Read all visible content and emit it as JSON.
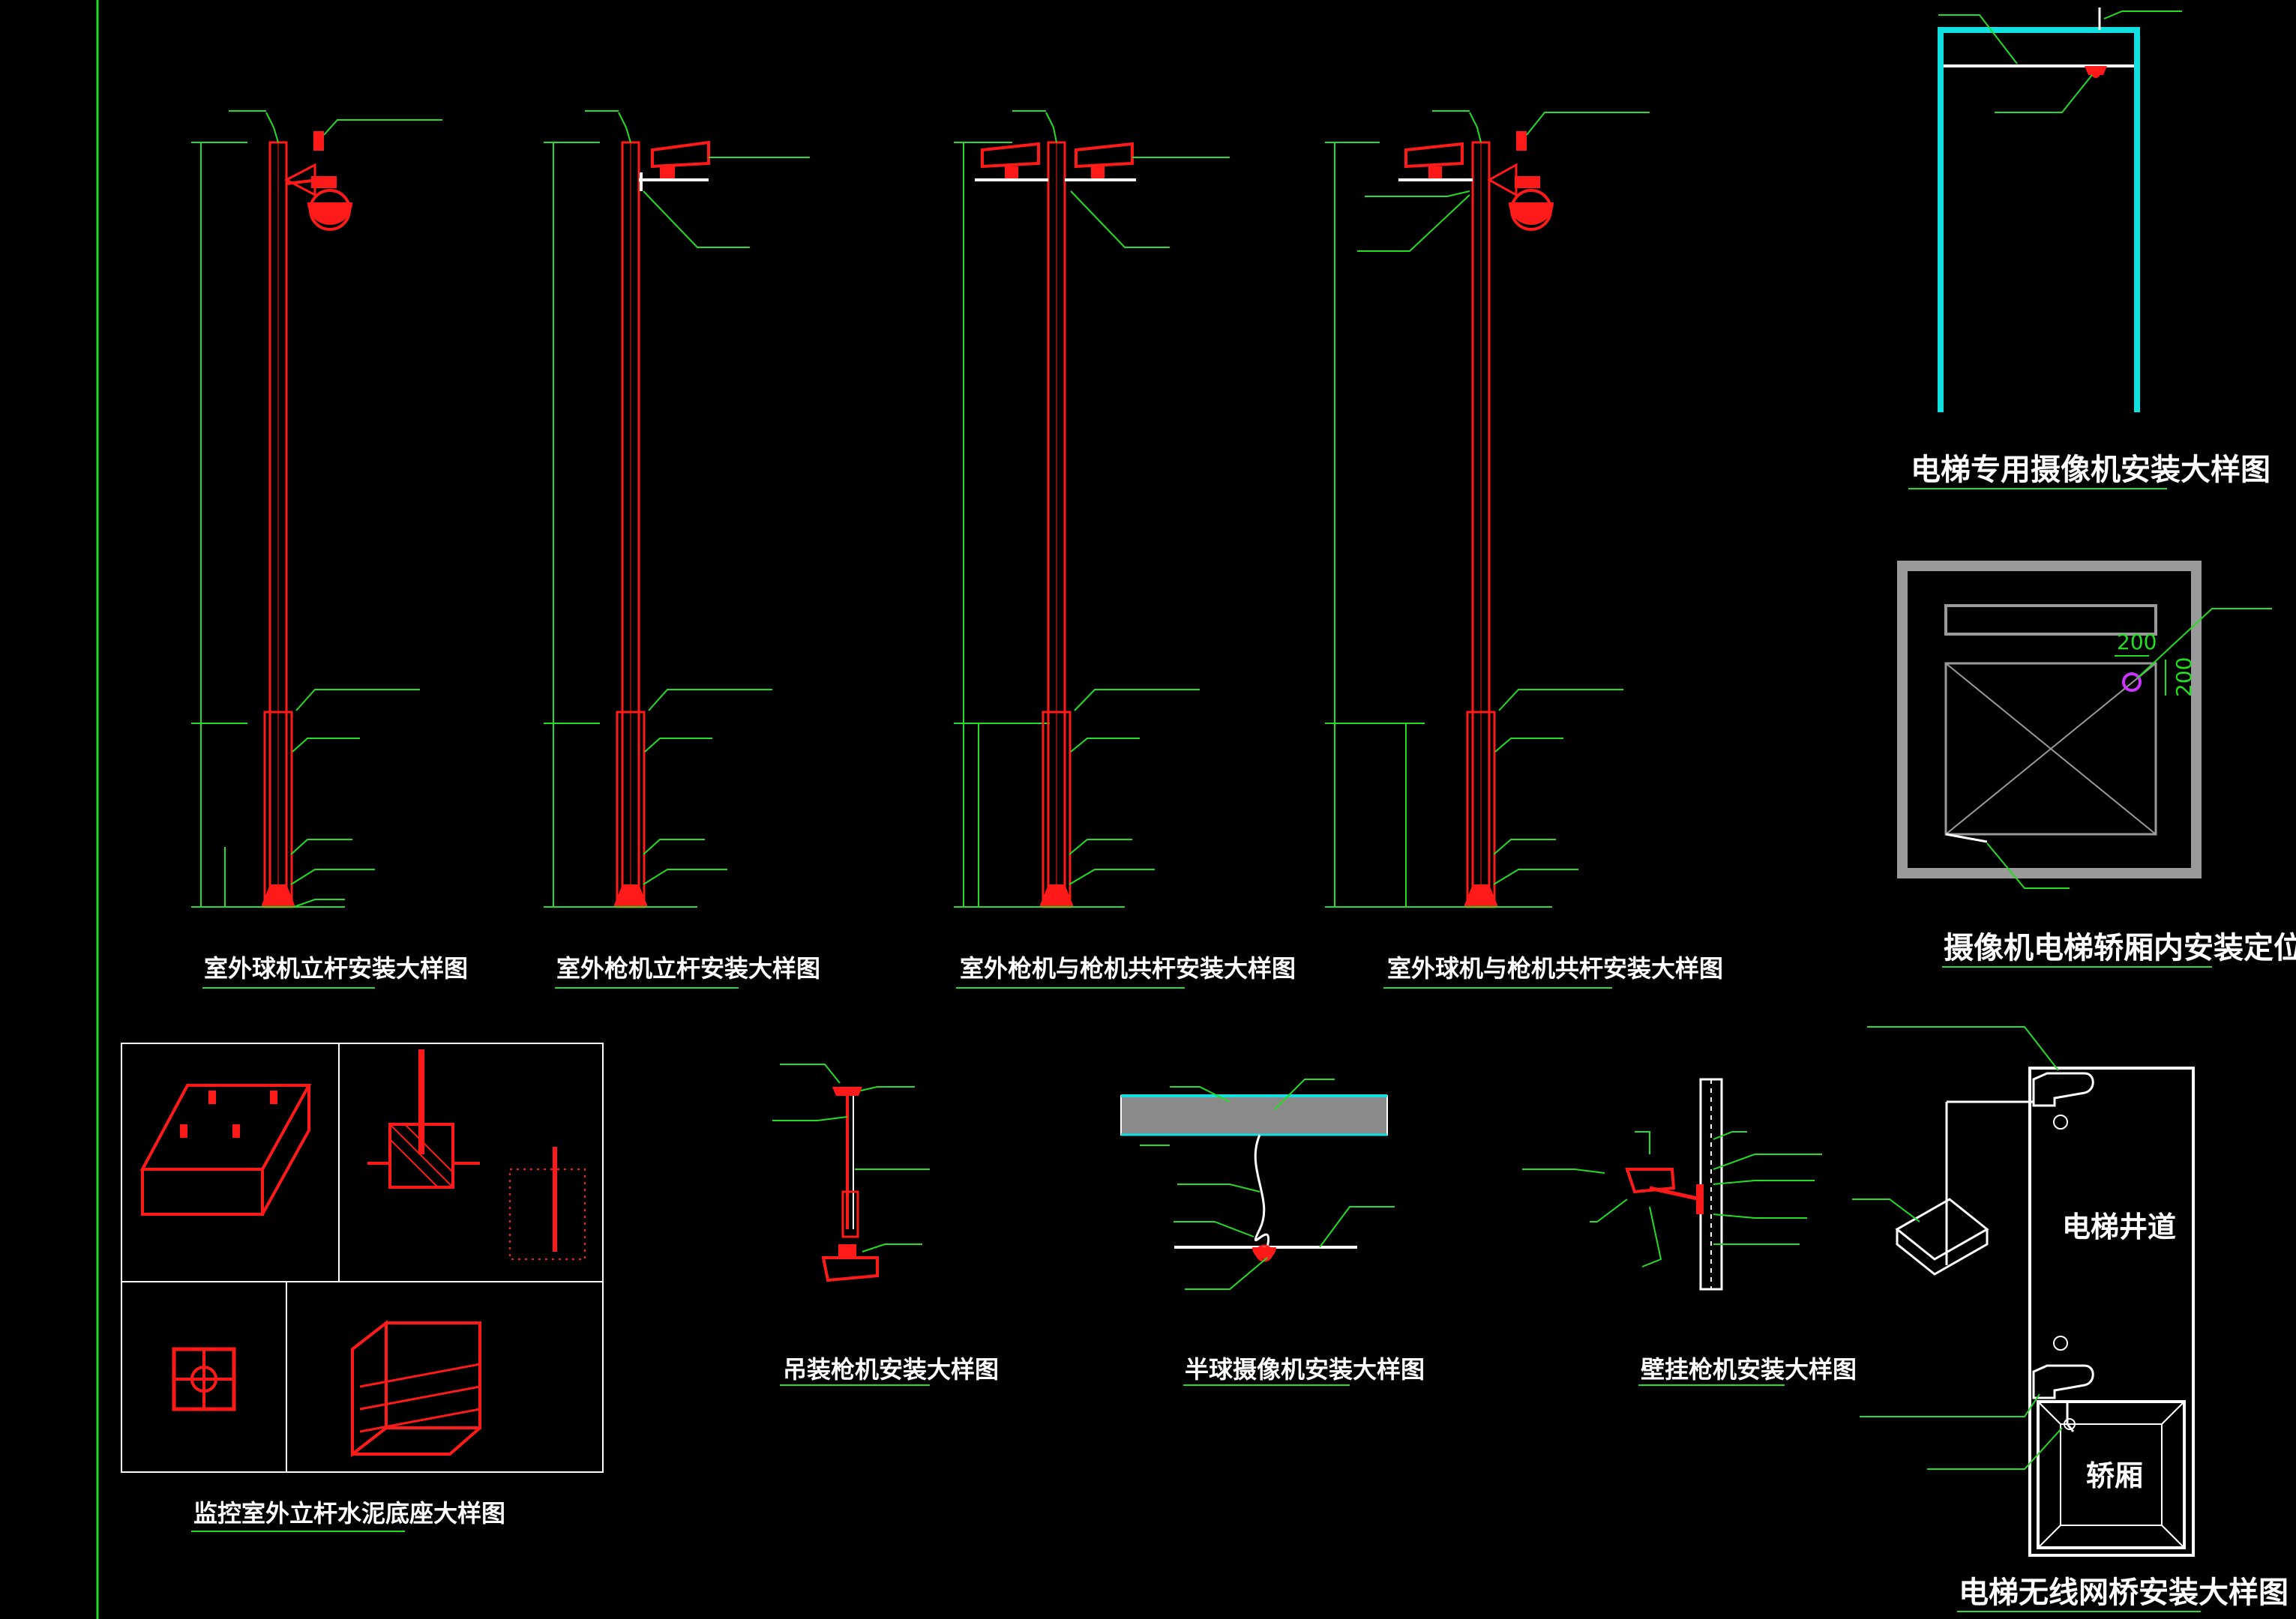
{
  "colors": {
    "background": "#000000",
    "pole": "#ff1a1a",
    "leader": "#22dd22",
    "text": "#ffffff",
    "elevator_frame": "#11e0e0",
    "cab_wall": "#9a9a9a",
    "marker": "#cc33ff"
  },
  "titles": {
    "pole1": "室外球机立杆安装大样图",
    "pole2": "室外枪机立杆安装大样图",
    "pole3": "室外枪机与枪机共杆安装大样图",
    "pole4": "室外球机与枪机共杆安装大样图",
    "elevator_camera": "电梯专用摄像机安装大样图",
    "cab_position": "摄像机电梯轿厢内安装定位",
    "foundation": "监控室外立杆水泥底座大样图",
    "hanging": "吊装枪机安装大样图",
    "half_ball": "半球摄像机安装大样图",
    "wall": "壁挂枪机安装大样图",
    "wireless": "电梯无线网桥安装大样图"
  },
  "labels": {
    "shaft": "电梯井道",
    "cab": "轿厢",
    "dim_200_h": "200",
    "dim_200_v": "200"
  },
  "icons": [
    "dome-camera-icon",
    "bullet-camera-icon",
    "wireless-bridge-icon",
    "antenna-icon"
  ]
}
